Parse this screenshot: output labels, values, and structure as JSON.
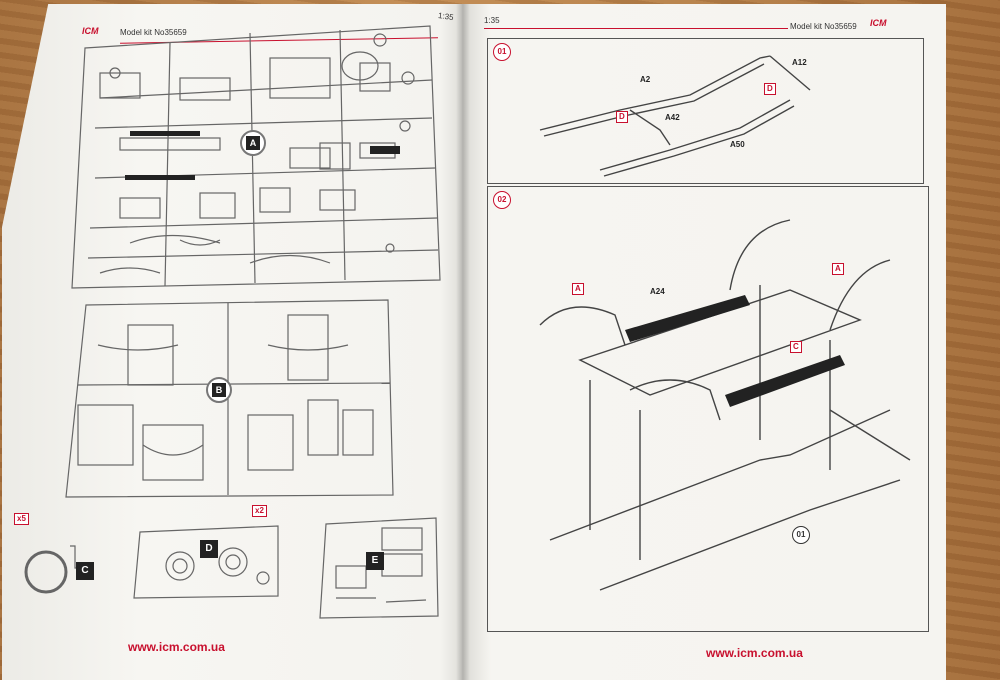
{
  "left_page": {
    "logo": "ICM",
    "model_kit": "Model kit No35659",
    "scale": "1:35",
    "sprues": [
      "A",
      "B",
      "C",
      "D",
      "E"
    ],
    "multipliers": {
      "c": "x5",
      "d": "x2"
    },
    "url": "www.icm.com.ua"
  },
  "right_page": {
    "scale": "1:35",
    "model_kit": "Model kit No35659",
    "logo": "ICM",
    "steps": [
      {
        "number": "01",
        "parts": [
          "A2",
          "A12",
          "A42",
          "A50"
        ],
        "tags": [
          "D",
          "D"
        ]
      },
      {
        "number": "02",
        "parts": [
          "A24"
        ],
        "tags": [
          "A",
          "A",
          "C"
        ],
        "ref": "01"
      }
    ],
    "url": "www.icm.com.ua"
  }
}
